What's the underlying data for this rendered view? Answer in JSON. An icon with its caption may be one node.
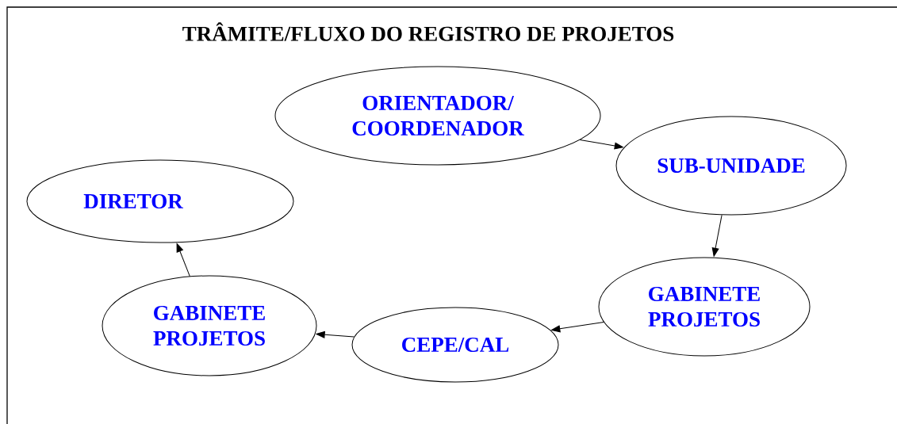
{
  "diagram": {
    "title": "TRÂMITE/FLUXO DO REGISTRO DE PROJETOS",
    "nodes": [
      {
        "text": [
          "ORIENTADOR/ COORDENADOR"
        ]
      },
      {
        "text": [
          "SUB-UNIDADE"
        ]
      },
      {
        "text": [
          "GABINETE PROJETOS"
        ]
      },
      {
        "text": [
          "CEPE/CAL"
        ]
      },
      {
        "text": [
          "GABINETE PROJETOS"
        ]
      },
      {
        "text": [
          "DIRETOR"
        ]
      }
    ],
    "edges": [
      {
        "from": 0,
        "to": 1,
        "arrow": "to"
      },
      {
        "from": 1,
        "to": 2,
        "arrow": "to"
      },
      {
        "from": 2,
        "to": 3,
        "arrow": "to"
      },
      {
        "from": 3,
        "to": 4,
        "arrow": "to"
      },
      {
        "from": 4,
        "to": 5,
        "arrow": "to"
      }
    ]
  }
}
